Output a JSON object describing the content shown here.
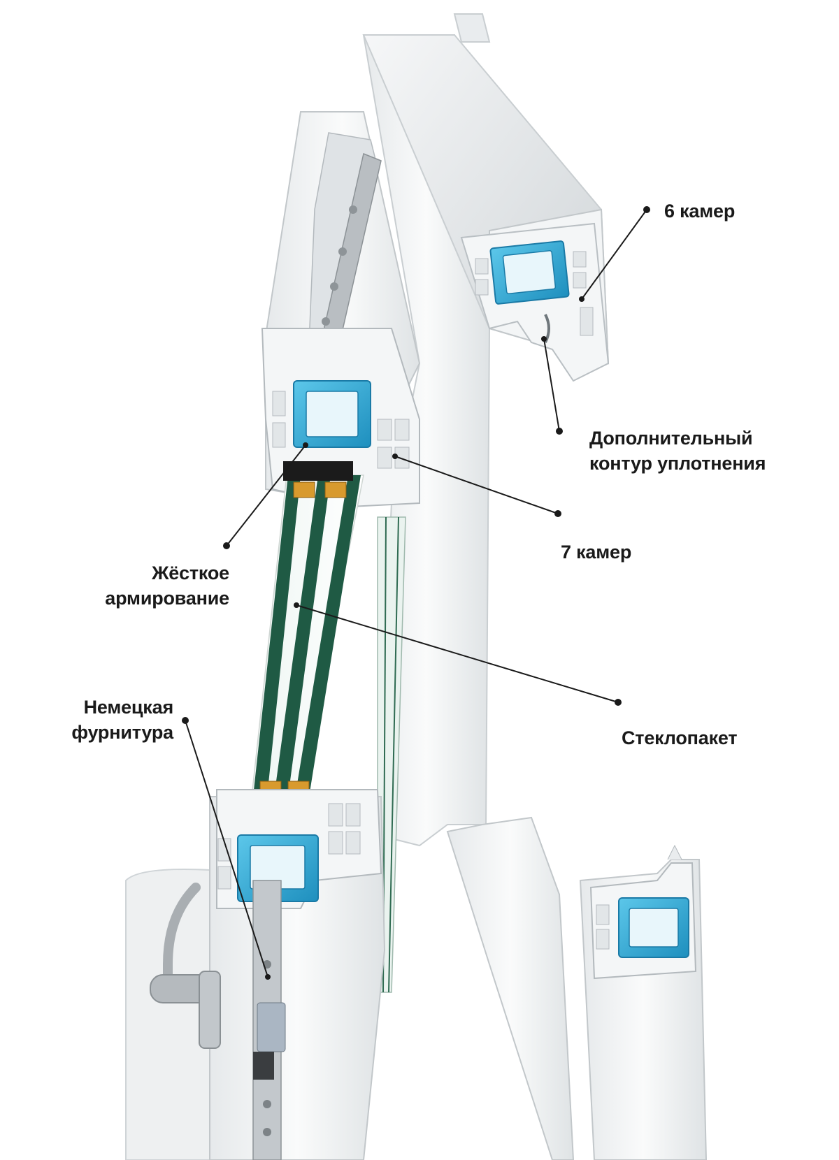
{
  "labels": {
    "six_chambers": "6 камер",
    "extra_seal": [
      "Дополнительный",
      "контур уплотнения"
    ],
    "seven_chambers": "7 камер",
    "rigid_reinforcement": [
      "Жёсткое",
      "армирование"
    ],
    "glass_unit": "Стеклопакет",
    "german_hardware": [
      "Немецкая",
      "фурнитура"
    ]
  },
  "colors": {
    "profile": "#f1f3f4",
    "profile_shade": "#d9dde0",
    "reinforcement": "#2a9fcf",
    "glass_edge": "#1f5a44",
    "spacer_fill": "#d89a2e",
    "leader": "#1a1a1a"
  }
}
